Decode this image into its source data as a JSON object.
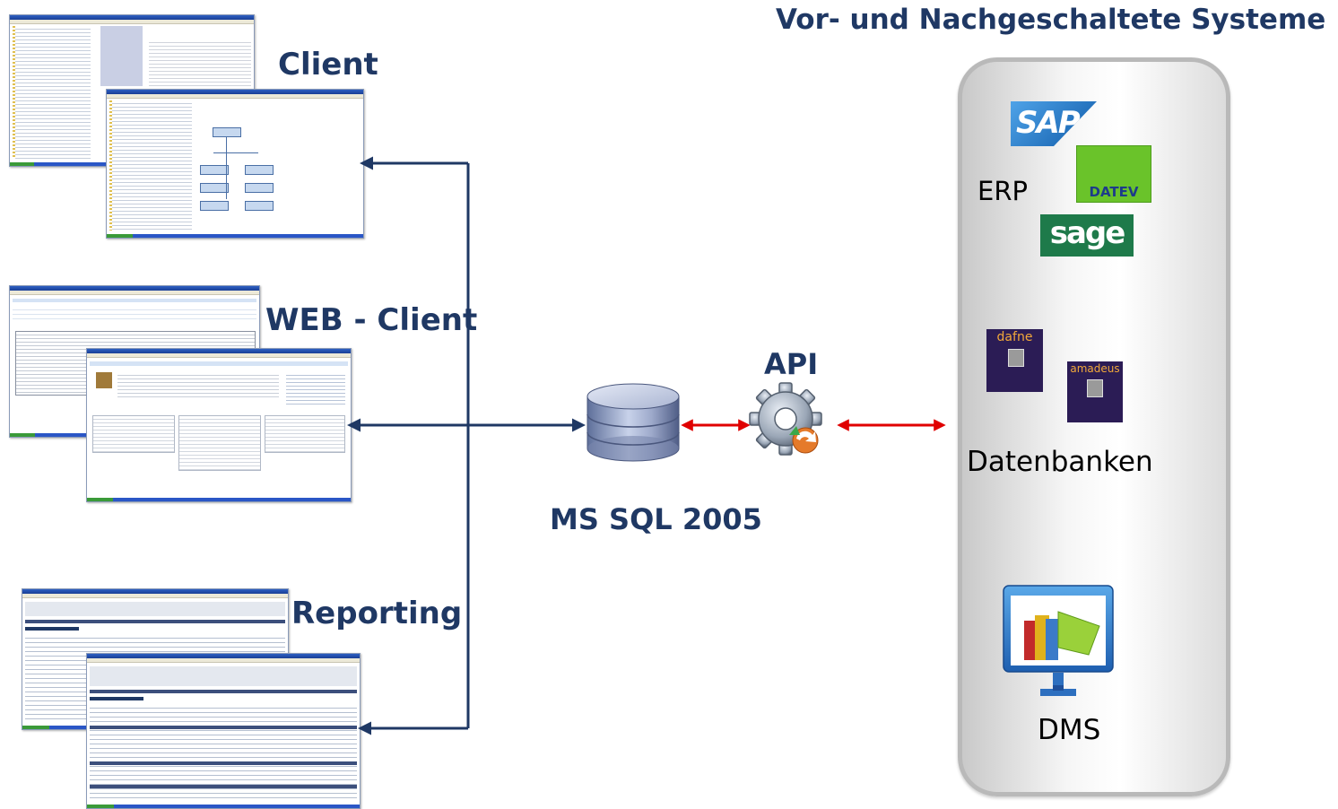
{
  "labels": {
    "client": "Client",
    "web_client": "WEB - Client",
    "reporting": "Reporting",
    "database": "MS SQL 2005",
    "api": "API",
    "systems_title": "Vor- und Nachgeschaltete Systeme",
    "erp": "ERP",
    "databases": "Datenbanken",
    "dms": "DMS"
  },
  "logos": {
    "sap": "SAP",
    "datev": "DATEV",
    "sage": "sage",
    "dafne": "dafne",
    "amadeus": "amadeus"
  },
  "colors": {
    "heading": "#1f3864",
    "connector": "#1f3864",
    "api_arrow": "#e00000",
    "sage_green": "#1e7a4a",
    "datev_green": "#6ac32a",
    "sap_blue": "#1a5fb4"
  },
  "icons": {
    "database": "database-cylinder-icon",
    "api": "gear-icon",
    "dms": "books-monitor-icon"
  }
}
